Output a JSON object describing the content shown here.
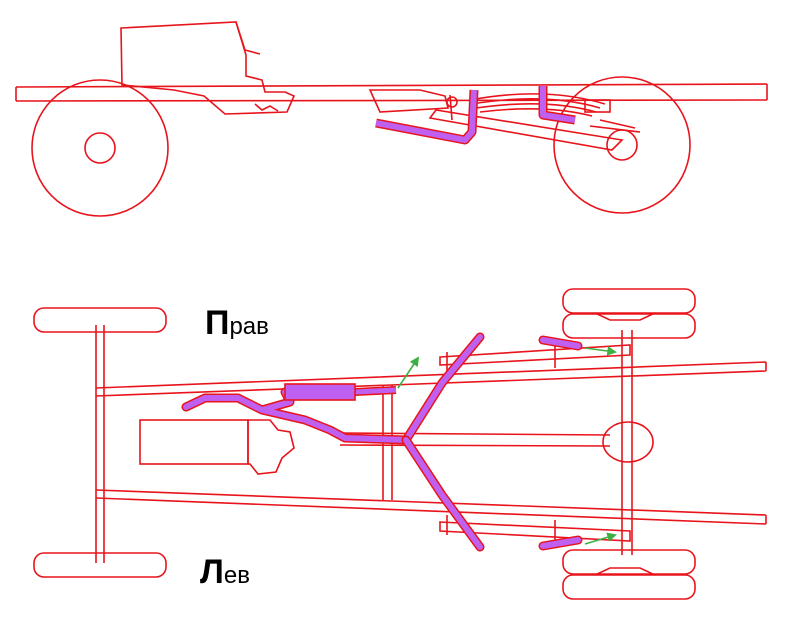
{
  "labels": {
    "right_side": {
      "initial": "П",
      "rest": "рав"
    },
    "left_side": {
      "initial": "Л",
      "rest": "ев"
    }
  },
  "colors": {
    "frame": "#e8141c",
    "exhaust_fill": "#c060f0",
    "exhaust_outline": "#e8141c",
    "arrow": "#3cb043",
    "text": "#000000"
  },
  "icons": {
    "direction_arrow": "green-arrow-icon"
  }
}
